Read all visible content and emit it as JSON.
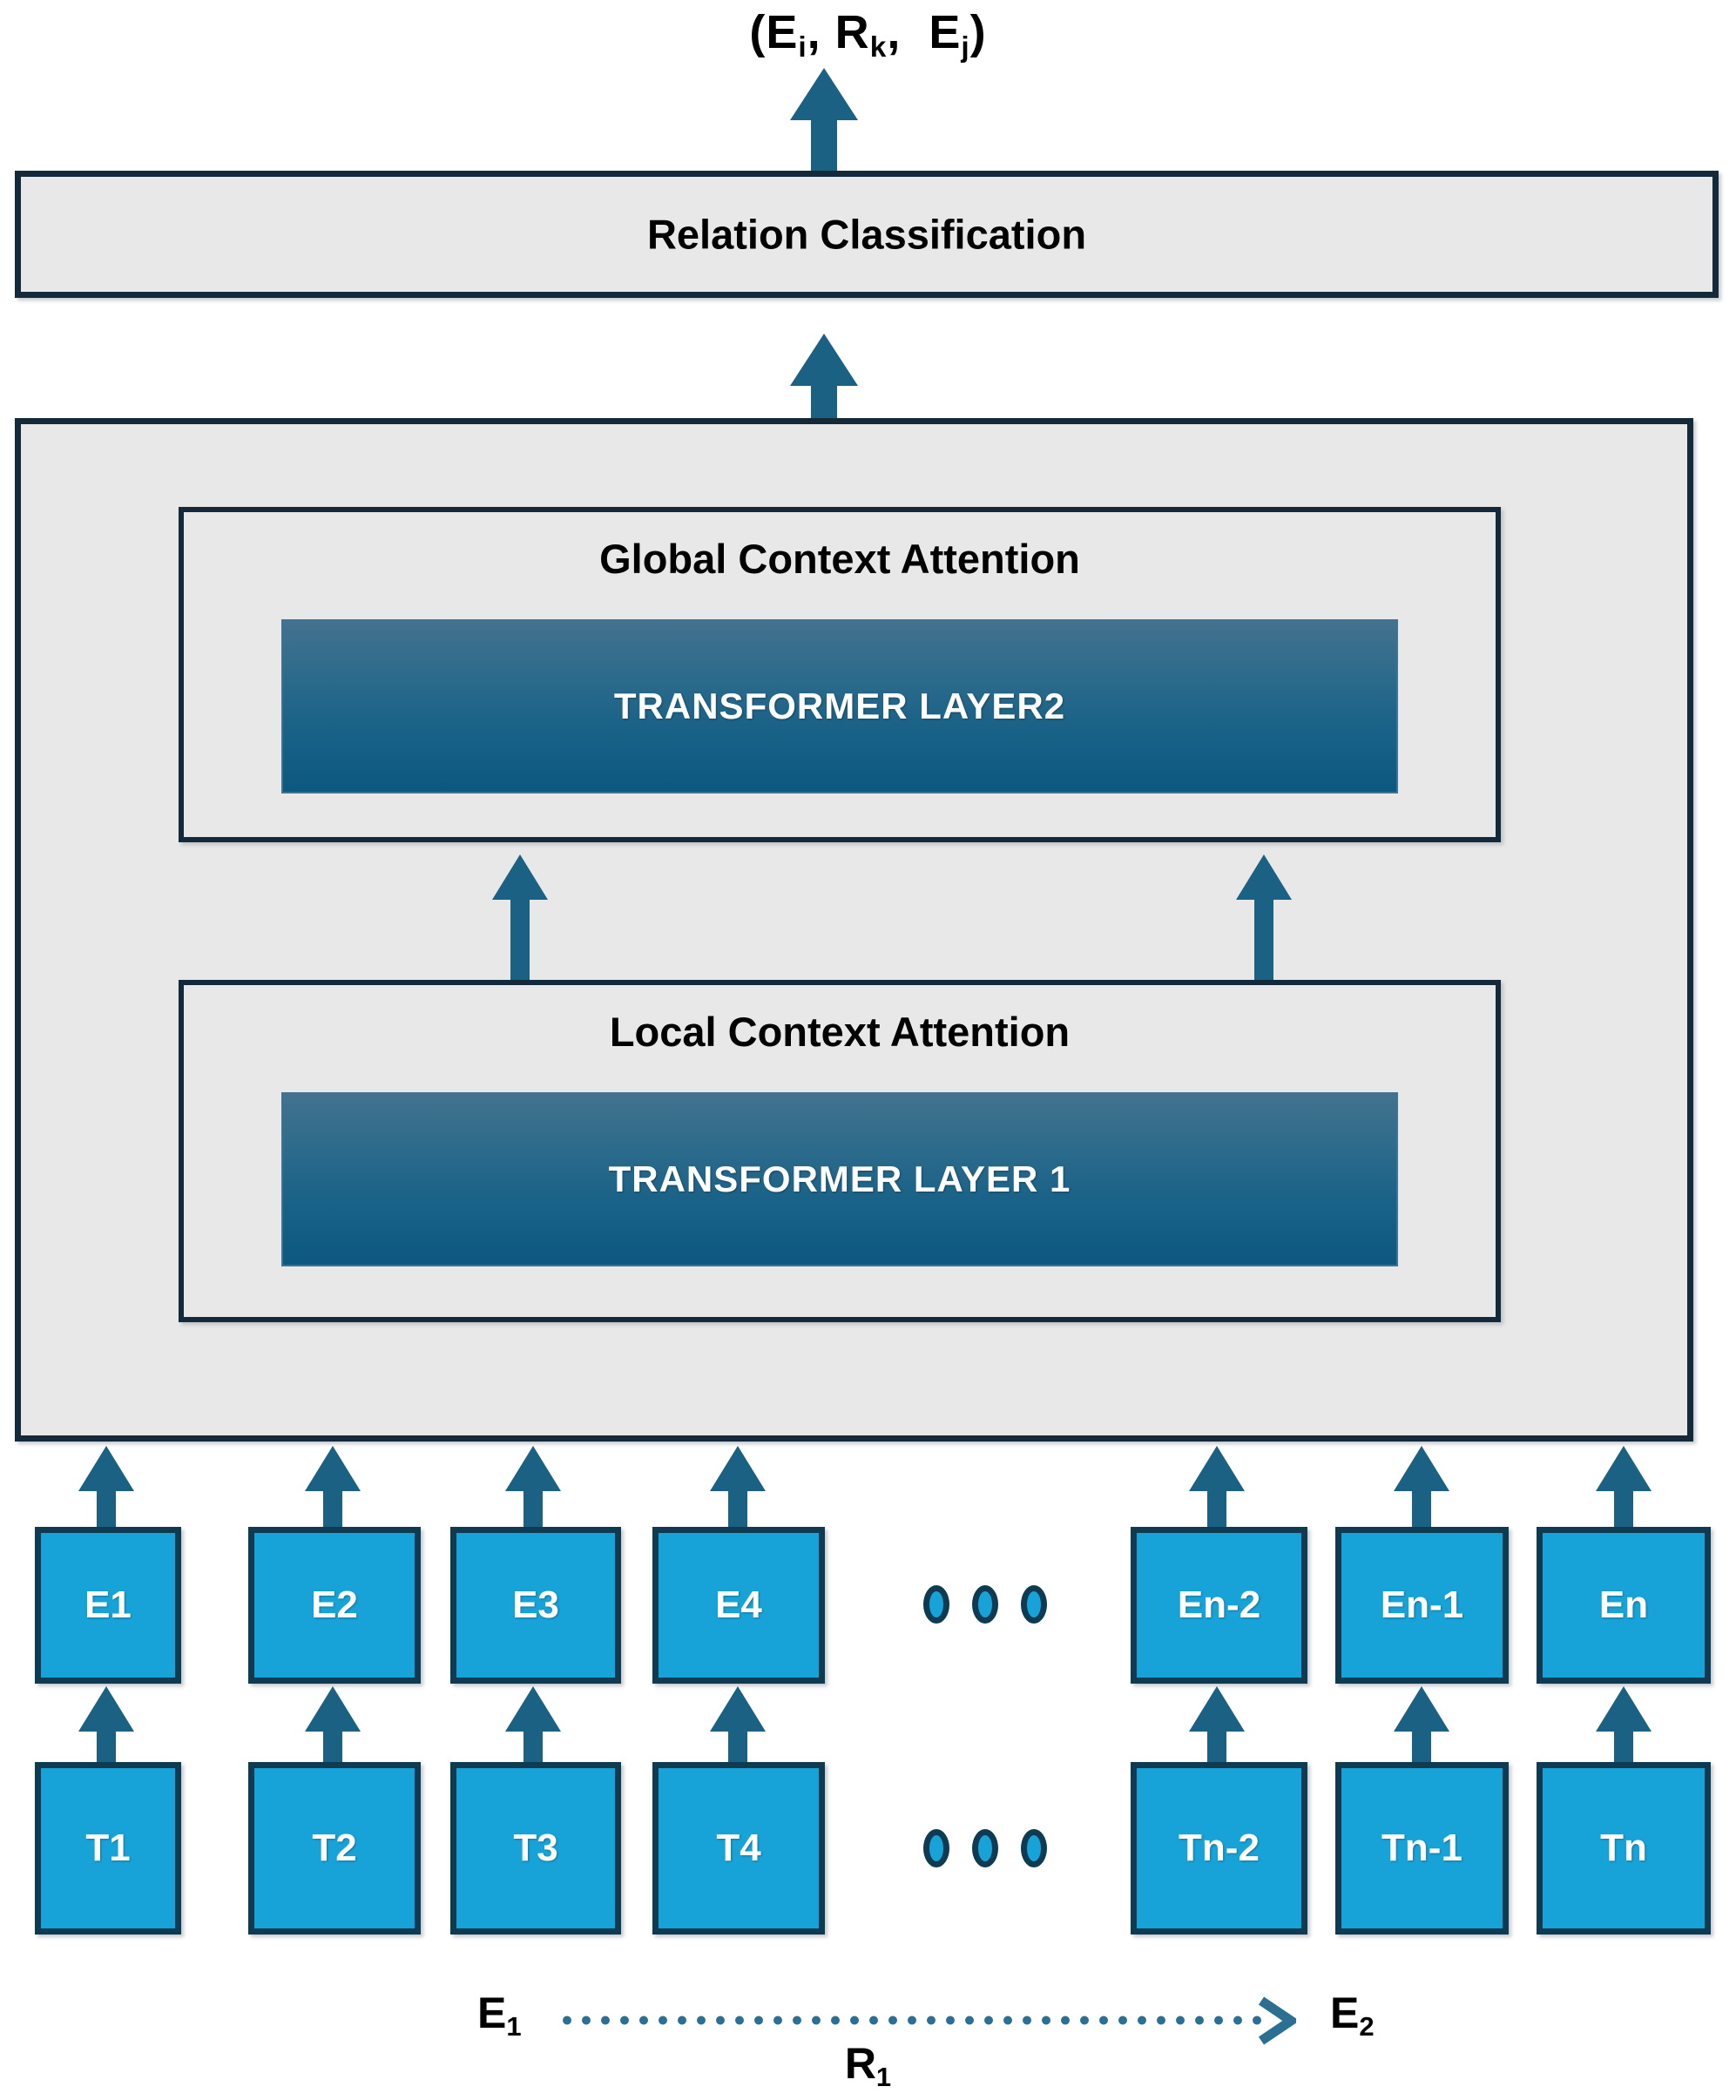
{
  "figure": {
    "output_triple": {
      "prefix": "(E",
      "sub1": "i",
      "mid1": ", R",
      "sub2": "k",
      "mid2": ",  E",
      "sub3": "j",
      "suffix": ")"
    },
    "colors": {
      "panel_fill": "#E8E8E8",
      "panel_border": "#14293A",
      "token_fill": "#17A3D8",
      "token_border": "#0E3B52",
      "arrow": "#1A6183",
      "transformer_gradient_top": "#43728E",
      "transformer_gradient_bottom": "#0C5880",
      "dotted_relation": "#2B6F92",
      "text_dark": "#000000",
      "text_light": "#FFFFFF"
    }
  },
  "relation_classification": {
    "title": "Relation Classification"
  },
  "encoder": {
    "global_attention": {
      "title": "Global Context Attention",
      "transformer_label": "TRANSFORMER LAYER2"
    },
    "local_attention": {
      "title": "Local Context Attention",
      "transformer_label": "TRANSFORMER LAYER 1"
    }
  },
  "embedding_row": {
    "cells": [
      {
        "label": "E1"
      },
      {
        "label": "E2"
      },
      {
        "label": "E3"
      },
      {
        "label": "E4"
      },
      {
        "label": "En-2"
      },
      {
        "label": "En-1"
      },
      {
        "label": "En"
      }
    ],
    "ellipsis": "three-dots"
  },
  "token_row": {
    "cells": [
      {
        "label": "T1"
      },
      {
        "label": "T2"
      },
      {
        "label": "T3"
      },
      {
        "label": "T4"
      },
      {
        "label": "Tn-2"
      },
      {
        "label": "Tn-1"
      },
      {
        "label": "Tn"
      }
    ],
    "ellipsis": "three-dots"
  },
  "relation_annotation": {
    "source_entity": "E",
    "source_sub": "1",
    "target_entity": "E",
    "target_sub": "2",
    "relation": "R",
    "relation_sub": "1"
  }
}
